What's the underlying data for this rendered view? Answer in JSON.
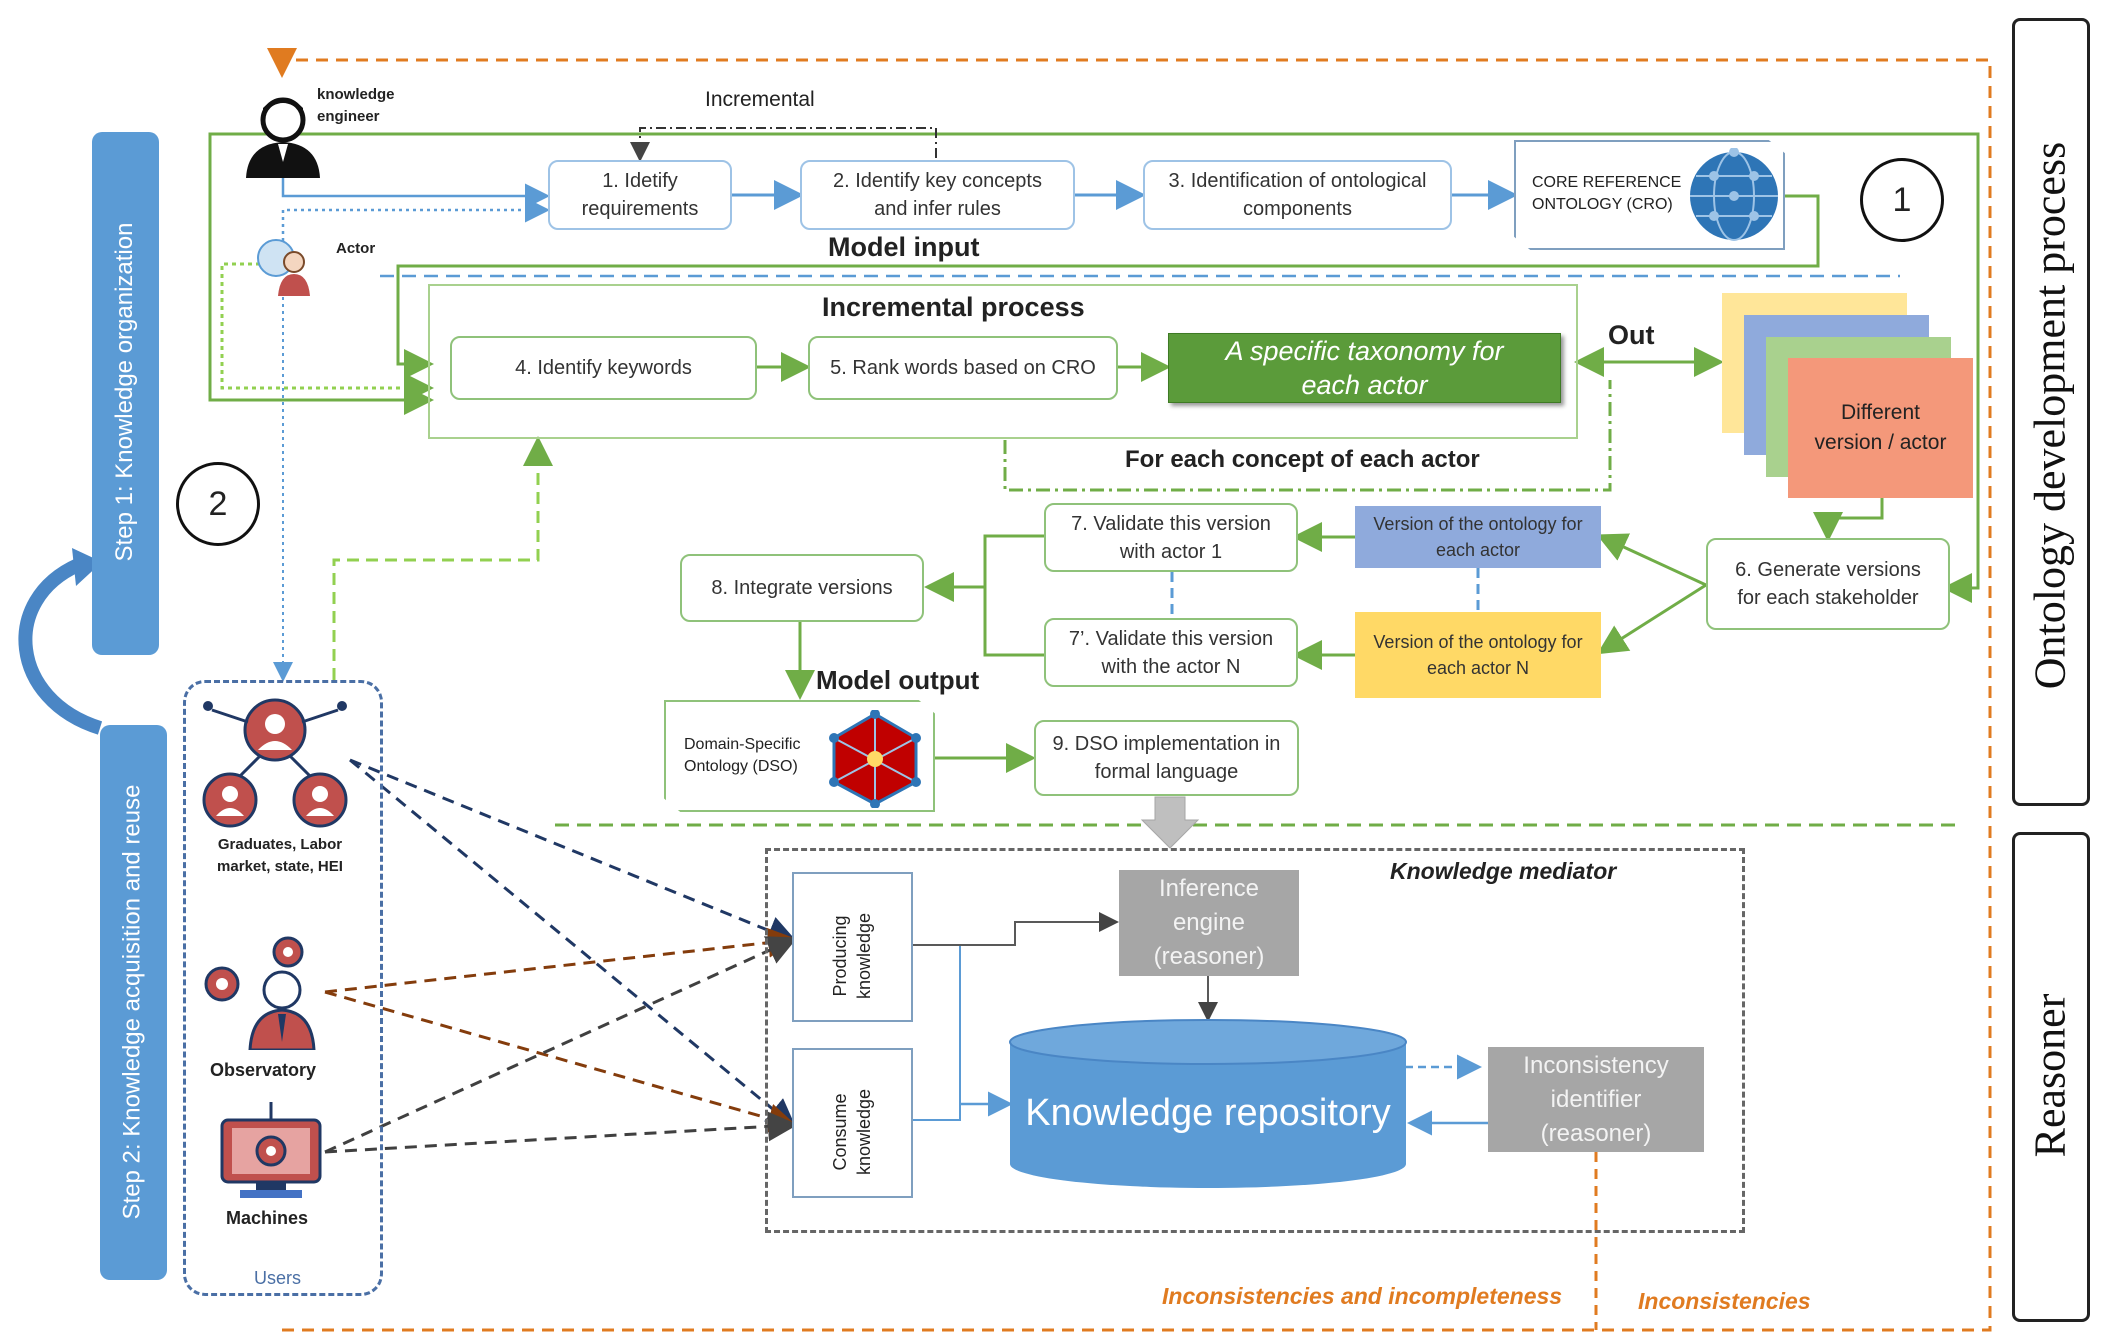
{
  "labels": {
    "knowledge_engineer": "knowledge\nengineer",
    "actor": "Actor",
    "incremental": "Incremental",
    "model_input": "Model input",
    "incremental_process": "Incremental process",
    "out": "Out",
    "for_each_concept": "For each concept of each actor",
    "model_output": "Model output",
    "knowledge_mediator": "Knowledge mediator",
    "users": "Users",
    "graduates": "Graduates, Labor market, state, HEI",
    "observatory": "Observatory",
    "machines": "Machines",
    "inconsistencies_incompleteness": "Inconsistencies and incompleteness",
    "inconsistencies": "Inconsistencies",
    "marker_1": "1",
    "marker_2": "2"
  },
  "side_bars": {
    "step1": "Step 1: Knowledge organization",
    "step2": "Step 2: Knowledge acquisition and reuse"
  },
  "scrolls": {
    "ontology": "Ontology development process",
    "reasoner": "Reasoner"
  },
  "steps": {
    "s1": "1. Idetify requirements",
    "s2": "2. Identify key concepts and infer rules",
    "s3": "3. Identification of ontological components",
    "cro": "CORE REFERENCE ONTOLOGY (CRO)",
    "s4": "4. Identify keywords",
    "s5": "5. Rank words based on CRO",
    "taxonomy": "A specific taxonomy for each actor",
    "different_version": "Different version / actor",
    "s6": "6. Generate versions for each stakeholder",
    "version_actor": "Version of the ontology for each actor",
    "version_actor_n": "Version of the ontology for each actor N",
    "s7": "7. Validate this version with actor 1",
    "s7n": "7’. Validate this version with the actor N",
    "s8": "8. Integrate versions",
    "dso": "Domain-Specific Ontology (DSO)",
    "s9": "9. DSO implementation in formal language"
  },
  "mediator": {
    "producing": "Producing knowledge",
    "consume": "Consume knowledge",
    "inference": "Inference engine (reasoner)",
    "repository": "Knowledge repository",
    "inconsistency_identifier": "Inconsistency identifier (reasoner)"
  },
  "colors": {
    "green": "#70ad47",
    "blue": "#5b9bd5",
    "orange": "#e07b20",
    "grey": "#a6a6a6",
    "dark_green": "#5b9b3a"
  }
}
